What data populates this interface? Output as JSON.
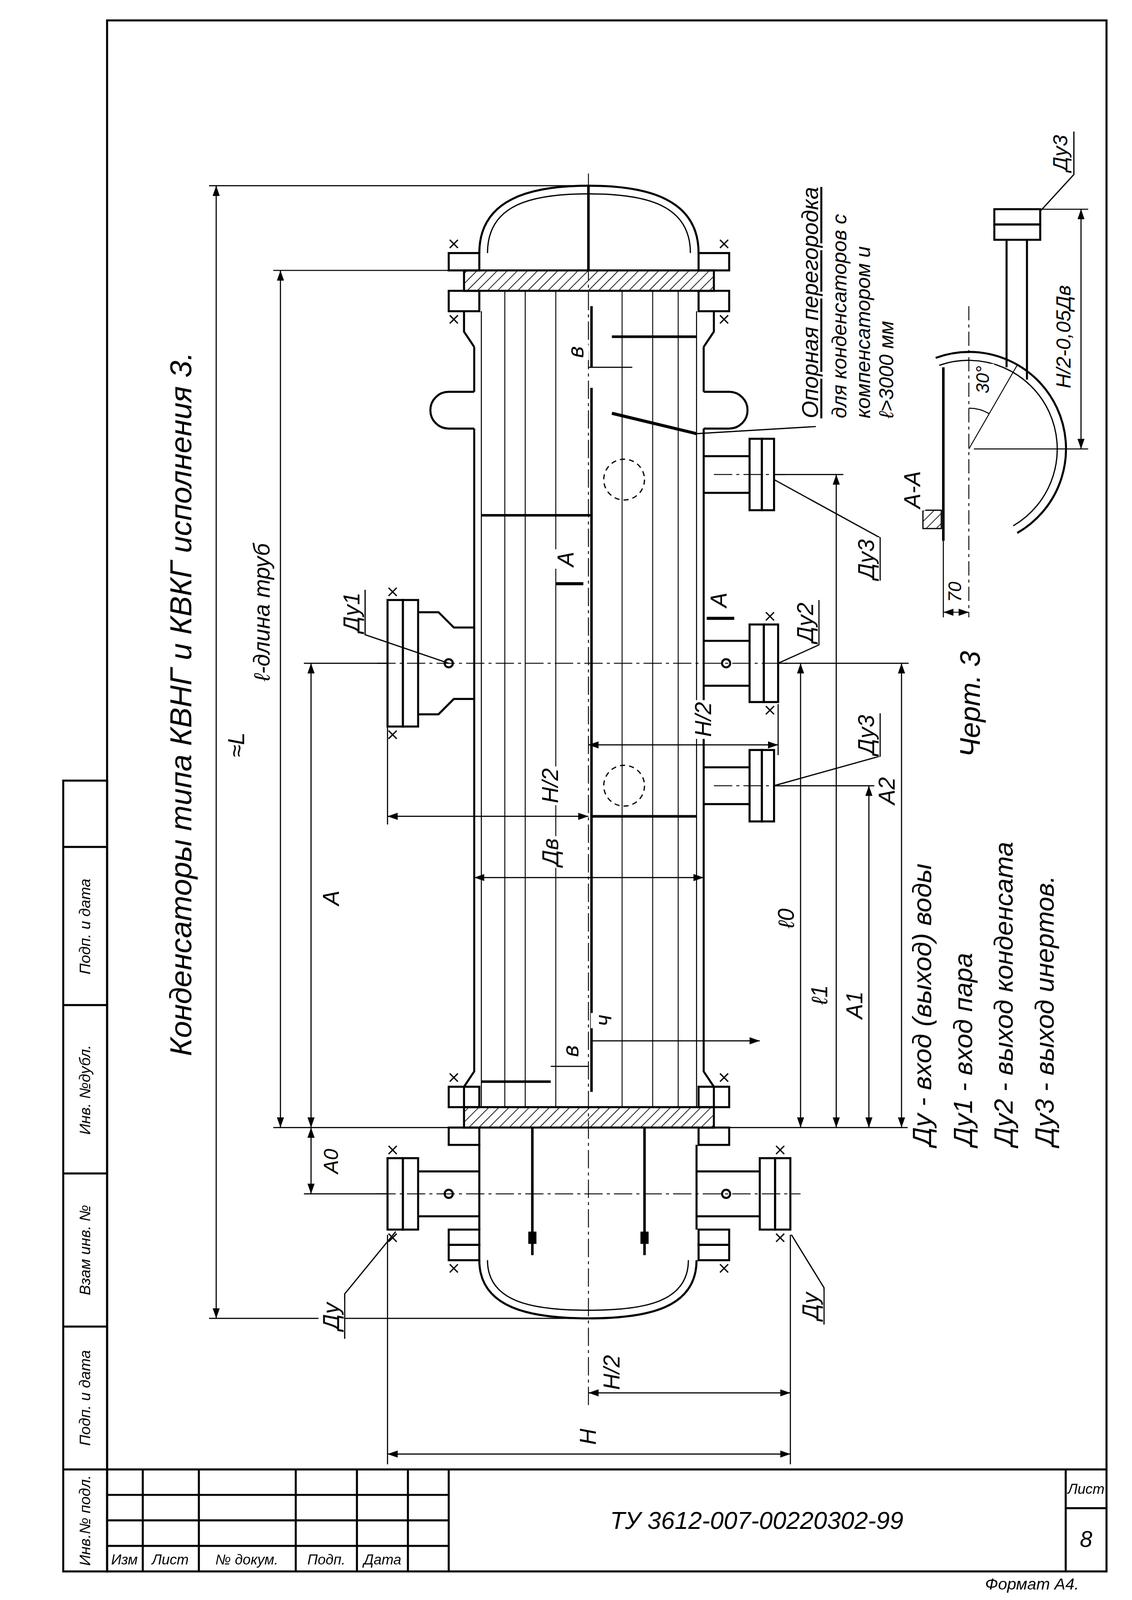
{
  "diagram": {
    "title": "Конденсаторы типа КВНГ и КВКГ исполнения 3.",
    "caption": "Черт. 3",
    "labels": [
      "≈L",
      "ℓ-длина труб",
      "A",
      "A0",
      "Ду1",
      "Ду",
      "Ду",
      "H/2",
      "Дв",
      "ч",
      "в",
      "в",
      "А",
      "А",
      "H/2",
      "Ду2",
      "ℓ0",
      "Ду3",
      "Ду3",
      "ℓ1",
      "A1",
      "A2",
      "H/2",
      "H",
      "Ду - вход (выход) воды",
      "Ду1 - вход пара",
      "Ду2 - выход конденсата",
      "Ду3 - выход инертов.",
      "Опорная перегородка",
      "для конденсаторов с компенсатором и ℓ>3000 мм",
      "А-А",
      "Ду3",
      "H/2-0,05Дв",
      "30°",
      "70",
      "Инв.№ подл.",
      "Подп. и дата",
      "Взам инв. №",
      "Инв. №дубл.",
      "Подп. и дата",
      "Изм",
      "Лист",
      "№ докум.",
      "Подп.",
      "Дата",
      "ТУ 3612-007-00220302-99",
      "Лист",
      "8",
      "Формат А4."
    ]
  }
}
